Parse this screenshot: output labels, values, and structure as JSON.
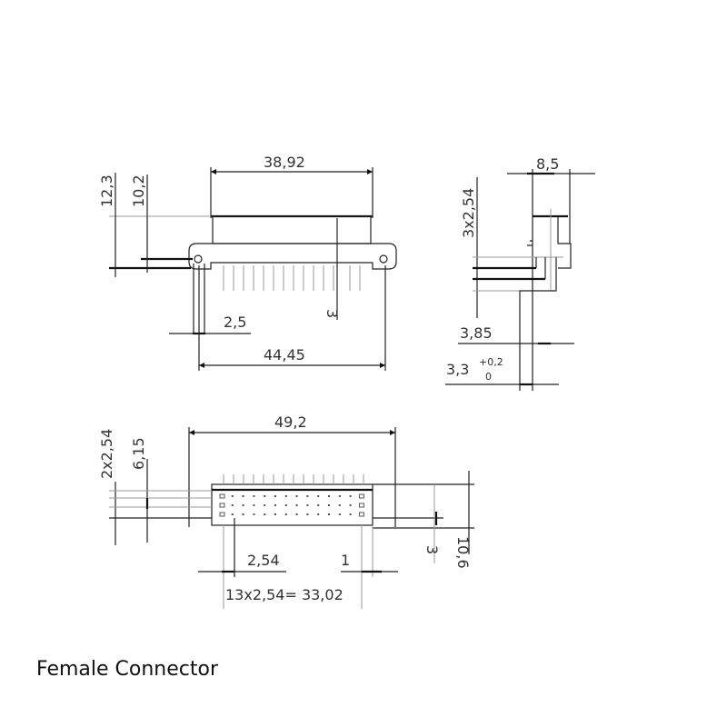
{
  "caption": "Female Connector",
  "top_view": {
    "width_body": "38,92",
    "height_total": "12,3",
    "height_flange": "10,2",
    "offset": "3",
    "post_width": "2,5",
    "hole_pitch": "44,45"
  },
  "side_view": {
    "depth": "8,5",
    "pin_pitch": "3x2,54",
    "pin_offset": "3,85",
    "pin_len": "3,3",
    "tol_upper": "+0,2",
    "tol_lower": "0"
  },
  "bottom_view": {
    "overall_width": "49,2",
    "row_pitch": "2x2,54",
    "row_offset": "6,15",
    "height": "10,6",
    "gap": "3",
    "pitch": "2,54",
    "edge": "1",
    "span": "13x2,54= 33,02"
  }
}
